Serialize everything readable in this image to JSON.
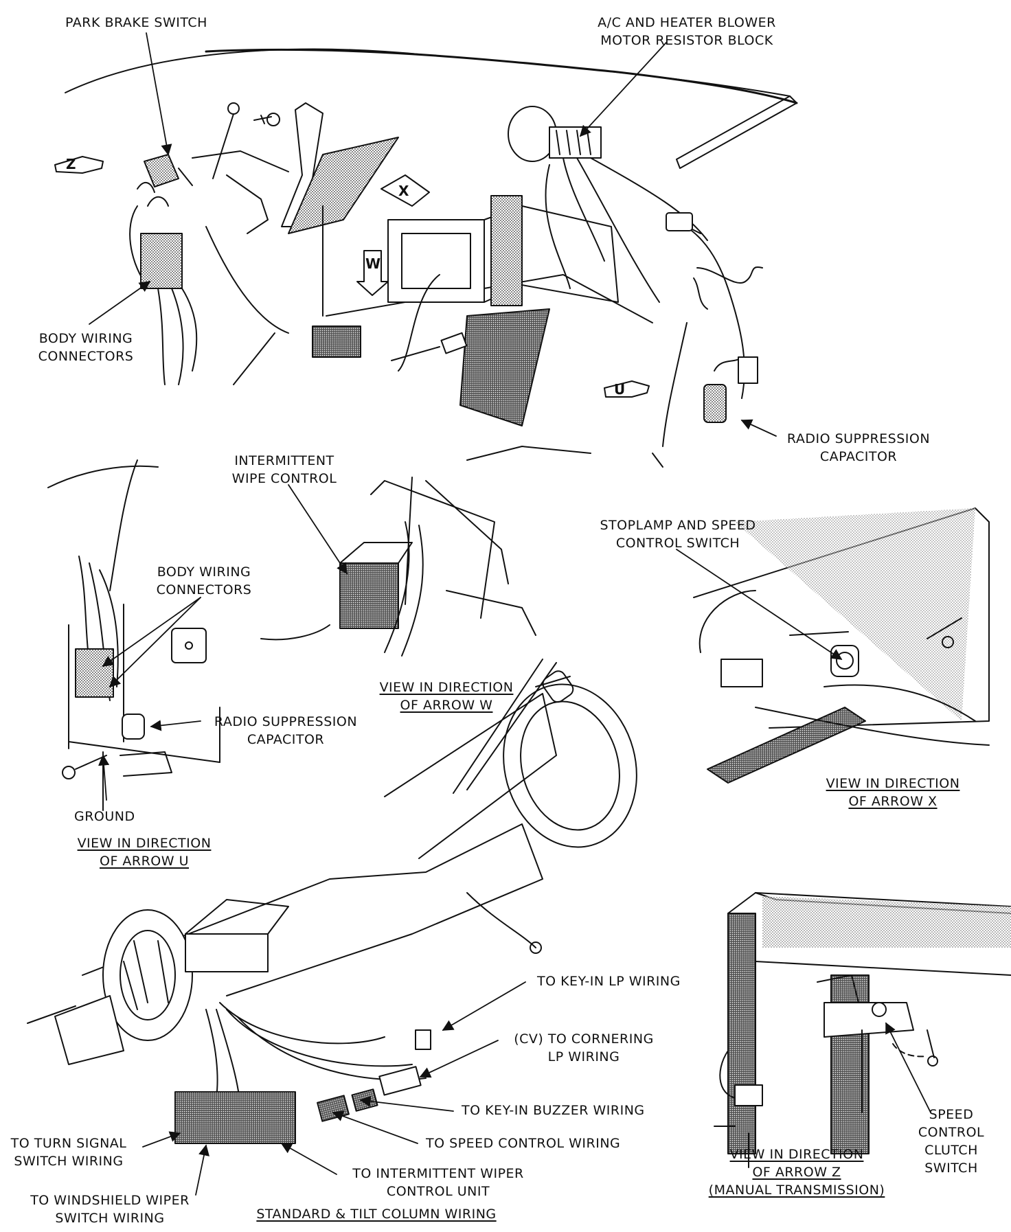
{
  "main_view": {
    "labels": {
      "park_brake_switch": "PARK BRAKE SWITCH",
      "ac_blower_resistor": [
        "A/C AND HEATER BLOWER",
        "MOTOR RESISTOR BLOCK"
      ],
      "body_wiring_connectors": [
        "BODY WIRING",
        "CONNECTORS"
      ],
      "radio_suppression_capacitor": [
        "RADIO SUPPRESSION",
        "CAPACITOR"
      ]
    },
    "arrows": [
      "Z",
      "X",
      "W",
      "U"
    ]
  },
  "view_u": {
    "labels": {
      "body_wiring_connectors": [
        "BODY WIRING",
        "CONNECTORS"
      ],
      "radio_suppression_capacitor": [
        "RADIO SUPPRESSION",
        "CAPACITOR"
      ],
      "ground": "GROUND"
    },
    "caption": [
      "VIEW IN DIRECTION",
      "OF ARROW U"
    ]
  },
  "view_w": {
    "labels": {
      "intermittent_wipe_control": [
        "INTERMITTENT",
        "WIPE CONTROL"
      ]
    },
    "caption": [
      "VIEW IN DIRECTION",
      "OF ARROW W"
    ]
  },
  "view_x": {
    "labels": {
      "stoplamp_speed_control_switch": [
        "STOPLAMP AND SPEED",
        "CONTROL SWITCH"
      ]
    },
    "caption": [
      "VIEW IN DIRECTION",
      "OF ARROW X"
    ]
  },
  "column_view": {
    "labels": {
      "key_in_lp": "TO KEY-IN LP WIRING",
      "cornering_lp": [
        "(CV) TO CORNERING",
        "LP WIRING"
      ],
      "key_in_buzzer": "TO KEY-IN BUZZER WIRING",
      "speed_control_wiring": "TO SPEED CONTROL WIRING",
      "intermittent_wiper_unit": [
        "TO INTERMITTENT WIPER",
        "CONTROL UNIT"
      ],
      "turn_signal": [
        "TO TURN SIGNAL",
        "SWITCH WIRING"
      ],
      "windshield_wiper": [
        "TO WINDSHIELD WIPER",
        "SWITCH WIRING"
      ]
    },
    "caption": "STANDARD & TILT COLUMN WIRING"
  },
  "view_z": {
    "labels": {
      "speed_control_clutch_switch": [
        "SPEED",
        "CONTROL",
        "CLUTCH",
        "SWITCH"
      ]
    },
    "caption": [
      "VIEW IN DIRECTION",
      "OF ARROW Z",
      "(MANUAL TRANSMISSION)"
    ]
  }
}
